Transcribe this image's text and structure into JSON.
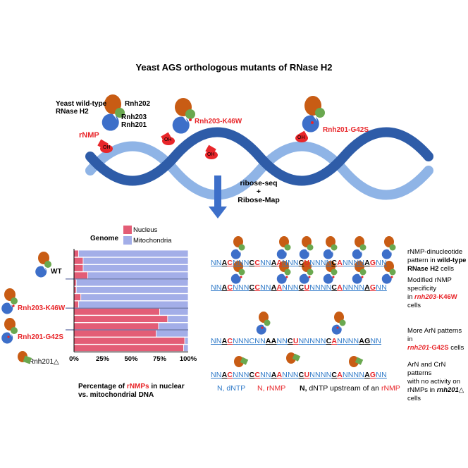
{
  "title": "Yeast AGS orthologous mutants of RNase H2",
  "top": {
    "wt_label_line1": "Yeast wild-type",
    "wt_label_line2": "RNase H2",
    "subunit_202": "Rnh202",
    "subunit_203": "Rnh203",
    "subunit_201": "Rnh201",
    "rnmp_label": "rNMP",
    "mutant_k46w": "Rnh203-K46W",
    "mutant_g42s": "Rnh201-G42S",
    "oh_label": "OH"
  },
  "arrow": {
    "line1": "ribose-seq",
    "line2": "+",
    "line3": "Ribose-Map"
  },
  "chart": {
    "legend_title": "Genome",
    "row_labels": [
      "WT",
      "Rnh203-K46W",
      "Rnh201-G42S",
      "Rnh201△"
    ],
    "xlabel_pre": "Percentage of ",
    "xlabel_red": "rNMPs",
    "xlabel_post": " in nuclear",
    "xlabel_line2": "vs. mitochondrial DNA"
  },
  "chart_data": {
    "type": "bar",
    "orientation": "horizontal",
    "stacked": true,
    "series": [
      {
        "name": "Nucleus",
        "color": "#e35d76",
        "values": [
          4,
          8,
          8,
          12,
          2,
          2,
          6,
          4,
          75,
          82,
          74,
          72,
          97,
          96
        ]
      },
      {
        "name": "Mitochondria",
        "color": "#a3aee8",
        "values": [
          96,
          92,
          92,
          88,
          98,
          98,
          94,
          96,
          25,
          18,
          26,
          28,
          3,
          4
        ]
      }
    ],
    "groups": [
      {
        "label": "WT",
        "bars": 4
      },
      {
        "label": "Rnh203-K46W",
        "bars": 4
      },
      {
        "label": "Rnh201-G42S",
        "bars": 3
      },
      {
        "label": "Rnh201△",
        "bars": 3
      }
    ],
    "xticks": [
      "0%",
      "25%",
      "50%",
      "75%",
      "100%"
    ],
    "xlim": [
      0,
      100
    ],
    "legend_position": "top"
  },
  "patterns": [
    {
      "sequence": [
        [
          "NN",
          "blue"
        ],
        [
          "A",
          "blk"
        ],
        [
          "C",
          "red"
        ],
        [
          "NNN",
          "blue"
        ],
        [
          "C",
          "blk"
        ],
        [
          "C",
          "red"
        ],
        [
          "NN",
          "blue"
        ],
        [
          "A",
          "blk"
        ],
        [
          "A",
          "red"
        ],
        [
          "NNN",
          "blue"
        ],
        [
          "C",
          "blk"
        ],
        [
          "U",
          "red"
        ],
        [
          "NNNN",
          "blue"
        ],
        [
          "C",
          "blk"
        ],
        [
          "A",
          "red"
        ],
        [
          "NNNN",
          "blue"
        ],
        [
          "A",
          "blk"
        ],
        [
          "G",
          "red"
        ],
        [
          "NN",
          "blue"
        ]
      ],
      "desc_parts": [
        [
          "rNMP-dinucleotide",
          ""
        ],
        [
          "pattern in ",
          ""
        ],
        [
          "wild-type",
          "b"
        ],
        [
          "RNase H2",
          "b"
        ],
        [
          " cells",
          ""
        ]
      ]
    },
    {
      "sequence": [
        [
          "NN",
          "blue"
        ],
        [
          "A",
          "blk"
        ],
        [
          "C",
          "red"
        ],
        [
          "NNN",
          "blue"
        ],
        [
          "C",
          "blk"
        ],
        [
          "C",
          "red"
        ],
        [
          "NN",
          "blue"
        ],
        [
          "A",
          "blk"
        ],
        [
          "A",
          "red"
        ],
        [
          "NNN",
          "blue"
        ],
        [
          "C",
          "blk"
        ],
        [
          "U",
          "red"
        ],
        [
          "NNNN",
          "blue"
        ],
        [
          "C",
          "blk"
        ],
        [
          "A",
          "red"
        ],
        [
          "NNNN",
          "blue"
        ],
        [
          "A",
          "blk"
        ],
        [
          "G",
          "red"
        ],
        [
          "NN",
          "blue"
        ]
      ],
      "desc_line1": "Modified rNMP specificity",
      "desc_line2_pre": "in ",
      "desc_line2_it": "rnh203",
      "desc_line2_mid": "-K46W",
      "desc_line2_post": " cells"
    },
    {
      "sequence": [
        [
          "NN",
          "blue"
        ],
        [
          "A",
          "blk"
        ],
        [
          "C",
          "red"
        ],
        [
          "NNNCNN",
          "blue"
        ],
        [
          "A",
          "blk"
        ],
        [
          "A",
          "blk"
        ],
        [
          "NN",
          "blue"
        ],
        [
          "C",
          "blk"
        ],
        [
          "U",
          "red"
        ],
        [
          "NNNNN",
          "blue"
        ],
        [
          "C",
          "blk"
        ],
        [
          "A",
          "red"
        ],
        [
          "NNNN",
          "blue"
        ],
        [
          "A",
          "blk"
        ],
        [
          "G",
          "blk"
        ],
        [
          "NN",
          "blue"
        ]
      ],
      "desc_line1": "More ArN patterns in",
      "desc_line2_it": "rnh201",
      "desc_line2_mid": "-G42S",
      "desc_line2_post": " cells"
    },
    {
      "sequence": [
        [
          "NN",
          "blue"
        ],
        [
          "A",
          "blk"
        ],
        [
          "C",
          "red"
        ],
        [
          "NNN",
          "blue"
        ],
        [
          "C",
          "blk"
        ],
        [
          "C",
          "red"
        ],
        [
          "NN",
          "blue"
        ],
        [
          "A",
          "blk"
        ],
        [
          "A",
          "red"
        ],
        [
          "NNN",
          "blue"
        ],
        [
          "C",
          "blk"
        ],
        [
          "U",
          "red"
        ],
        [
          "NNNN",
          "blue"
        ],
        [
          "C",
          "blk"
        ],
        [
          "A",
          "red"
        ],
        [
          "NNNN",
          "blue"
        ],
        [
          "A",
          "blk"
        ],
        [
          "G",
          "red"
        ],
        [
          "NN",
          "blue"
        ]
      ],
      "desc_line1": "ArN and CrN patterns",
      "desc_line2": "with no activity on",
      "desc_line3_pre": "rNMPs in ",
      "desc_line3_it": "rnh201",
      "desc_line3_post": "△ cells"
    }
  ],
  "legend_bottom": {
    "blue": "N, dNTP",
    "red": "N, rNMP",
    "black_bold": "N,",
    "black_rest": " dNTP upstream of an ",
    "black_red": "rNMP"
  },
  "colors": {
    "dna_dark": "#2e5ca8",
    "dna_light": "#8fb4e6",
    "rnh202": "#c85c14",
    "rnh203": "#6aa84f",
    "rnh201": "#3d6fc9",
    "rnmp": "#e8262a",
    "nucleus": "#e35d76",
    "mitochondria": "#a3aee8"
  }
}
